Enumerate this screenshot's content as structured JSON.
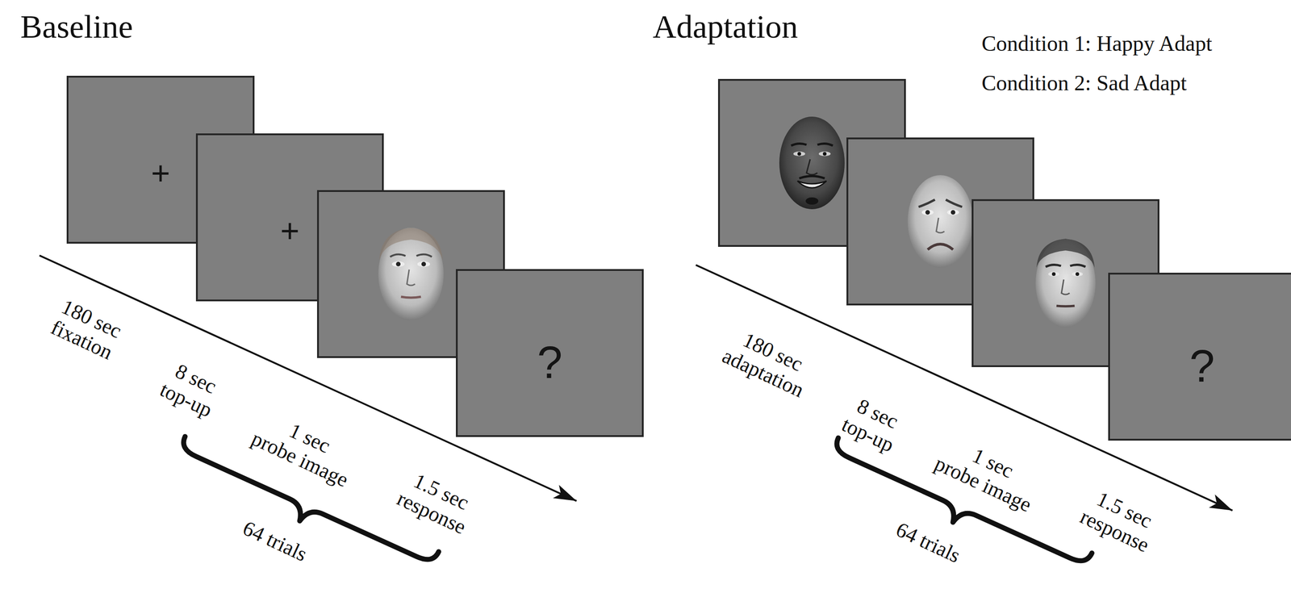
{
  "diagram": {
    "nodes": [
      {
        "text": [
          "+"
        ]
      },
      {
        "text": [
          "+"
        ]
      },
      {
        "text": [
          "?"
        ]
      },
      {
        "text": [
          "?"
        ]
      }
    ],
    "labels": [
      "Baseline",
      "180 sec fixation",
      "8 sec top-up",
      "1 sec probe image",
      "1.5 sec response",
      "64 trials",
      "Adaptation",
      "Condition 1: Happy Adapt",
      "Condition 2: Sad Adapt",
      "180 sec adaptation",
      "8 sec top-up",
      "1 sec probe image",
      "1.5 sec response",
      "64 trials"
    ]
  }
}
